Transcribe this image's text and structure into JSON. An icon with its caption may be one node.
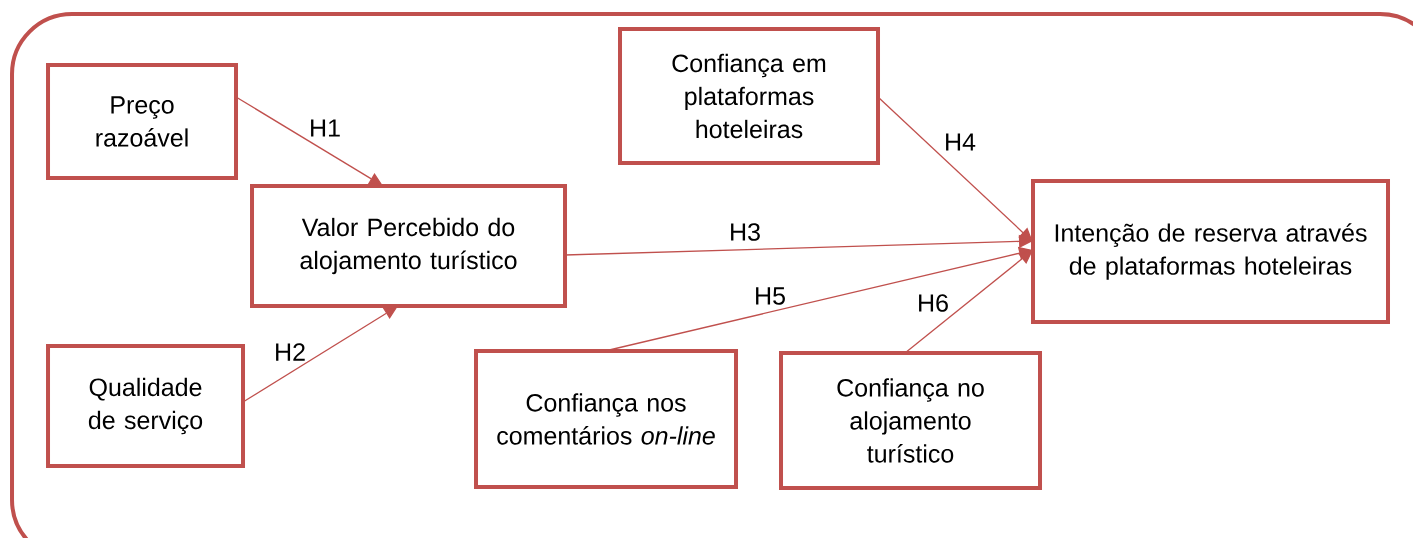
{
  "diagram": {
    "nodes": [
      {
        "text": [
          "Preço razoável"
        ]
      },
      {
        "text": [
          "Valor Percebido do alojamento turístico"
        ]
      },
      {
        "text": [
          "Qualidade de serviço"
        ]
      },
      {
        "text": [
          "Confiança em plataformas hoteleiras"
        ]
      },
      {
        "text": [
          "Intenção de reserva através de plataformas hoteleiras"
        ]
      },
      {
        "text": [
          "Confiança nos comentários *on-line*"
        ]
      },
      {
        "text": [
          "Confiança no alojamento turístico"
        ]
      }
    ],
    "edges": [
      {
        "from": 0,
        "to": 1,
        "arrow": "to",
        "label": "H1"
      },
      {
        "from": 2,
        "to": 1,
        "arrow": "to",
        "label": "H2"
      },
      {
        "from": 1,
        "to": 4,
        "arrow": "to",
        "label": "H3"
      },
      {
        "from": 3,
        "to": 4,
        "arrow": "to",
        "label": "H4"
      },
      {
        "from": 5,
        "to": 4,
        "arrow": "to",
        "label": "H5"
      },
      {
        "from": 6,
        "to": 4,
        "arrow": "to",
        "label": "H6"
      }
    ]
  }
}
